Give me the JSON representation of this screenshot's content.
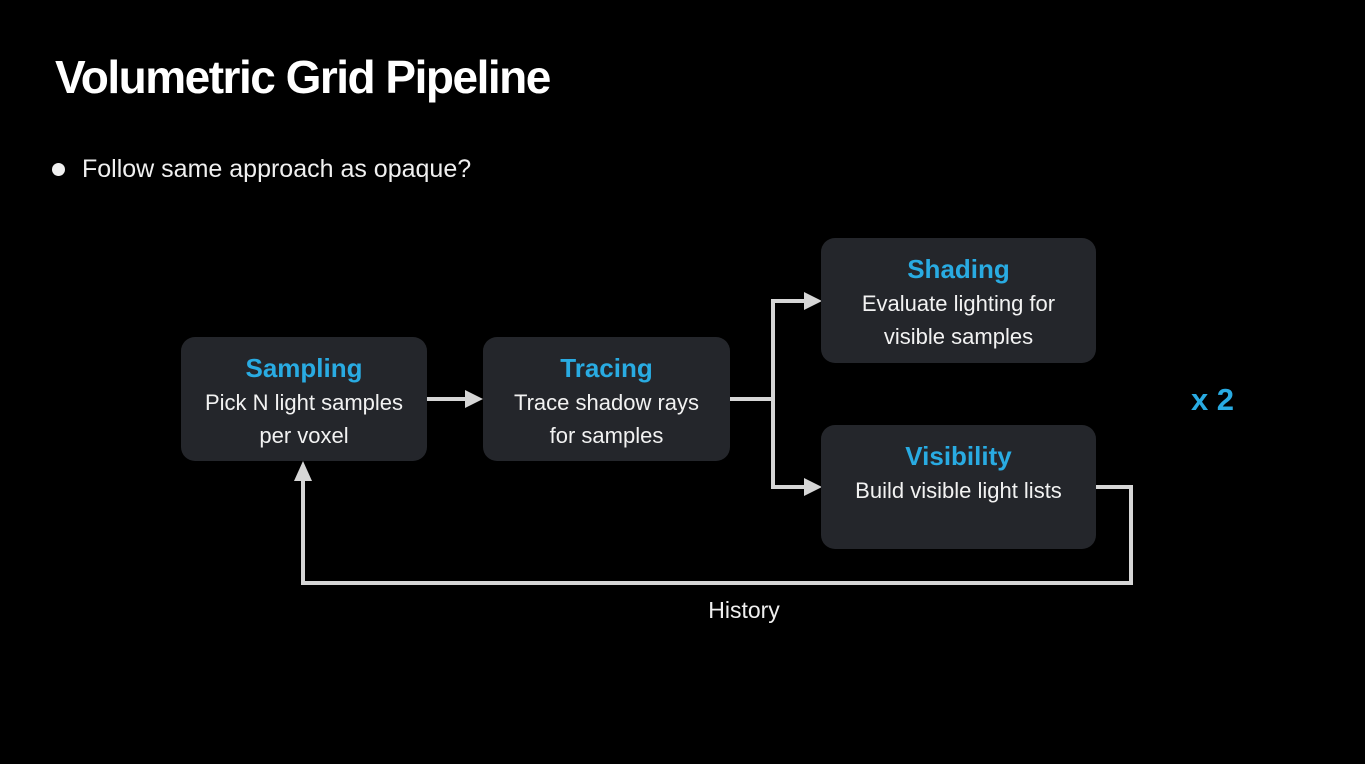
{
  "slide": {
    "title": "Volumetric Grid Pipeline",
    "bullet": "Follow same approach as opaque?"
  },
  "colors": {
    "background": "#000000",
    "box_bg": "#24262b",
    "accent_blue": "#29abe2",
    "body_text": "#f2f2f2",
    "arrow": "#d6d6d6"
  },
  "diagram": {
    "nodes": [
      {
        "id": "sampling",
        "title": "Sampling",
        "body": "Pick N light samples per voxel"
      },
      {
        "id": "tracing",
        "title": "Tracing",
        "body": "Trace shadow rays for samples"
      },
      {
        "id": "shading",
        "title": "Shading",
        "body": "Evaluate lighting for visible samples"
      },
      {
        "id": "visibility",
        "title": "Visibility",
        "body": "Build visible light lists"
      }
    ],
    "multiplier_label": "x 2",
    "feedback_label": "History"
  }
}
